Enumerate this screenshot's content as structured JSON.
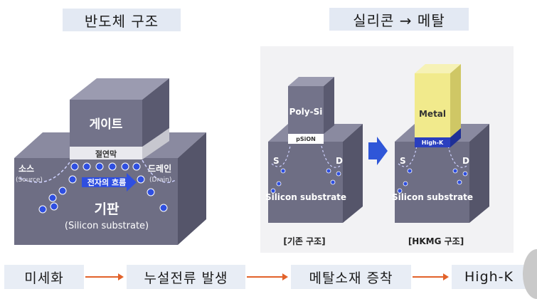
{
  "headers": {
    "left": "반도체 구조",
    "right": "실리콘 → 메탈"
  },
  "left_diagram": {
    "gate": "게이트",
    "insulator": "절연막",
    "source": "소스",
    "source_en": "(Source)",
    "drain": "드레인",
    "drain_en": "(Drain)",
    "current": "전자의 흐름",
    "substrate": "기판",
    "substrate_en": "(Silicon substrate)"
  },
  "right_diagram": {
    "old": {
      "gate": "Poly-Si",
      "insulator": "pSiON",
      "s": "S",
      "d": "D",
      "substrate": "Silicon substrate",
      "caption": "[기존 구조]"
    },
    "new": {
      "gate": "Metal",
      "insulator": "High-K",
      "s": "S",
      "d": "D",
      "substrate": "Silicon substrate",
      "caption": "[HKMG 구조]"
    }
  },
  "flow": [
    "미세화",
    "누설전류 발생",
    "메탈소재 증착",
    "High-K"
  ],
  "colors": {
    "gate_gray": "#6e6e82",
    "metal_yellow": "#f1ea8c",
    "highk_blue": "#2a3fbf",
    "arrow": "#e2622a",
    "box_bg": "#e8edf5"
  }
}
